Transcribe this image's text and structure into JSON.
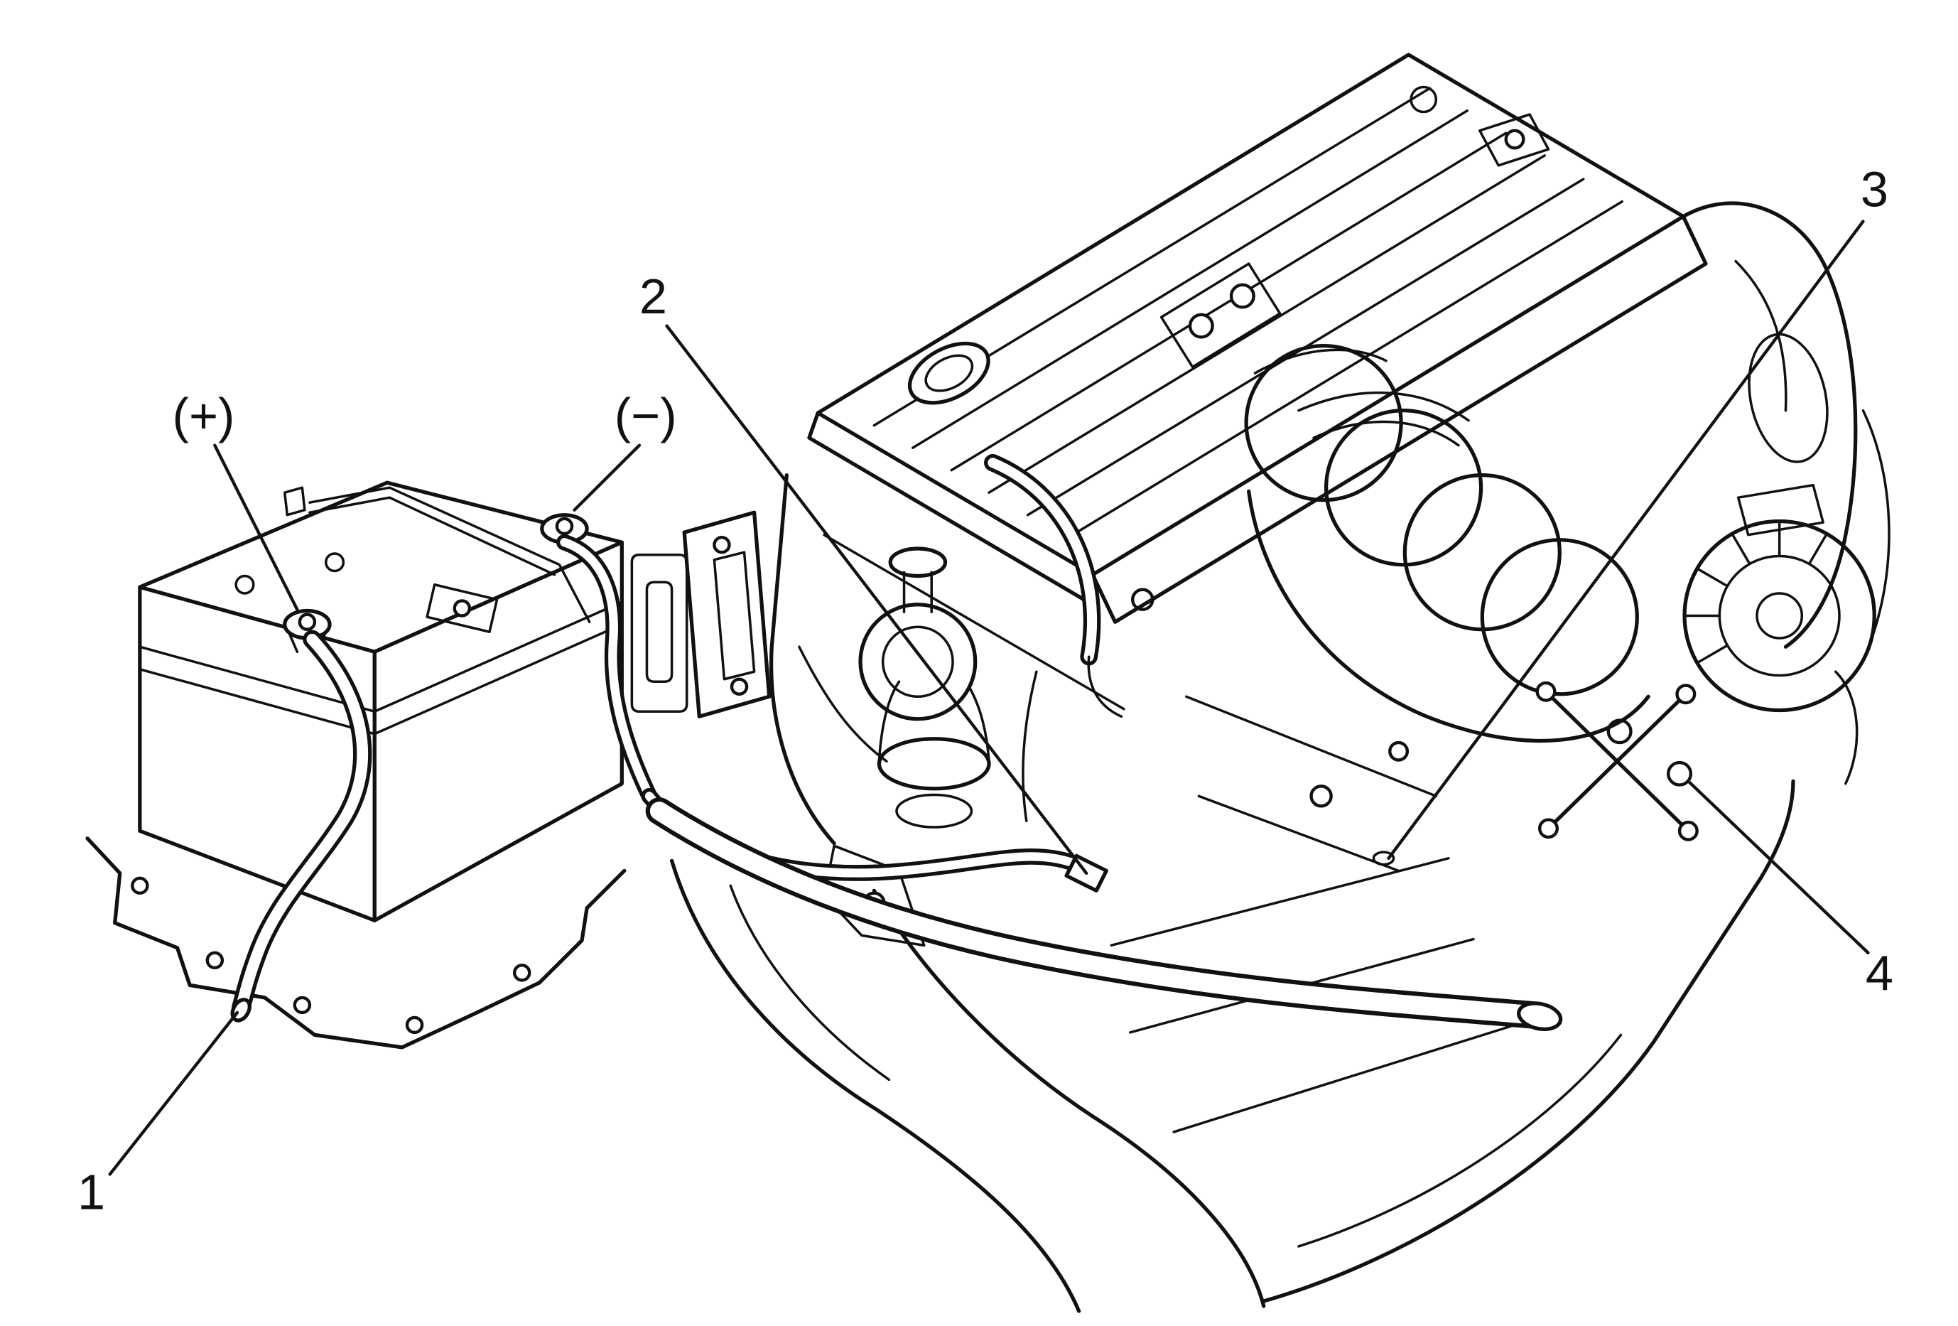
{
  "diagram": {
    "colors": {
      "background": "#ffffff",
      "line": "#111111"
    },
    "labels": {
      "positive": "(+)",
      "negative": "(−)",
      "callout_1": "1",
      "callout_2": "2",
      "callout_3": "3",
      "callout_4": "4"
    }
  }
}
